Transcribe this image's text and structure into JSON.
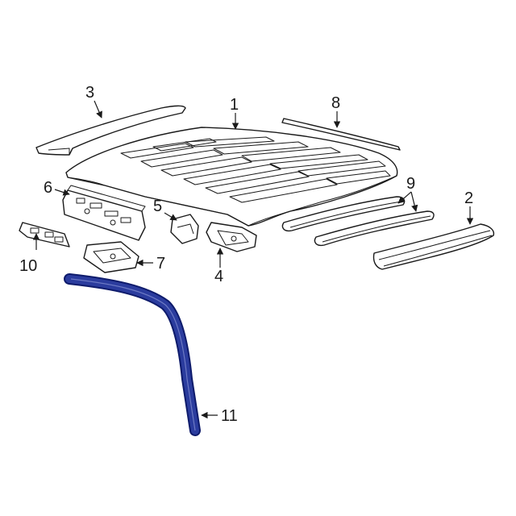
{
  "callouts": [
    {
      "id": "1",
      "label": "1"
    },
    {
      "id": "2",
      "label": "2"
    },
    {
      "id": "3",
      "label": "3"
    },
    {
      "id": "4",
      "label": "4"
    },
    {
      "id": "5",
      "label": "5"
    },
    {
      "id": "6",
      "label": "6"
    },
    {
      "id": "7",
      "label": "7"
    },
    {
      "id": "8",
      "label": "8"
    },
    {
      "id": "9",
      "label": "9"
    },
    {
      "id": "10",
      "label": "10"
    },
    {
      "id": "11",
      "label": "11"
    }
  ],
  "colors": {
    "line": "#1a1a1a",
    "highlight_fill": "#2b3c9e",
    "highlight_stroke": "#0e1b6b",
    "background": "#ffffff"
  }
}
